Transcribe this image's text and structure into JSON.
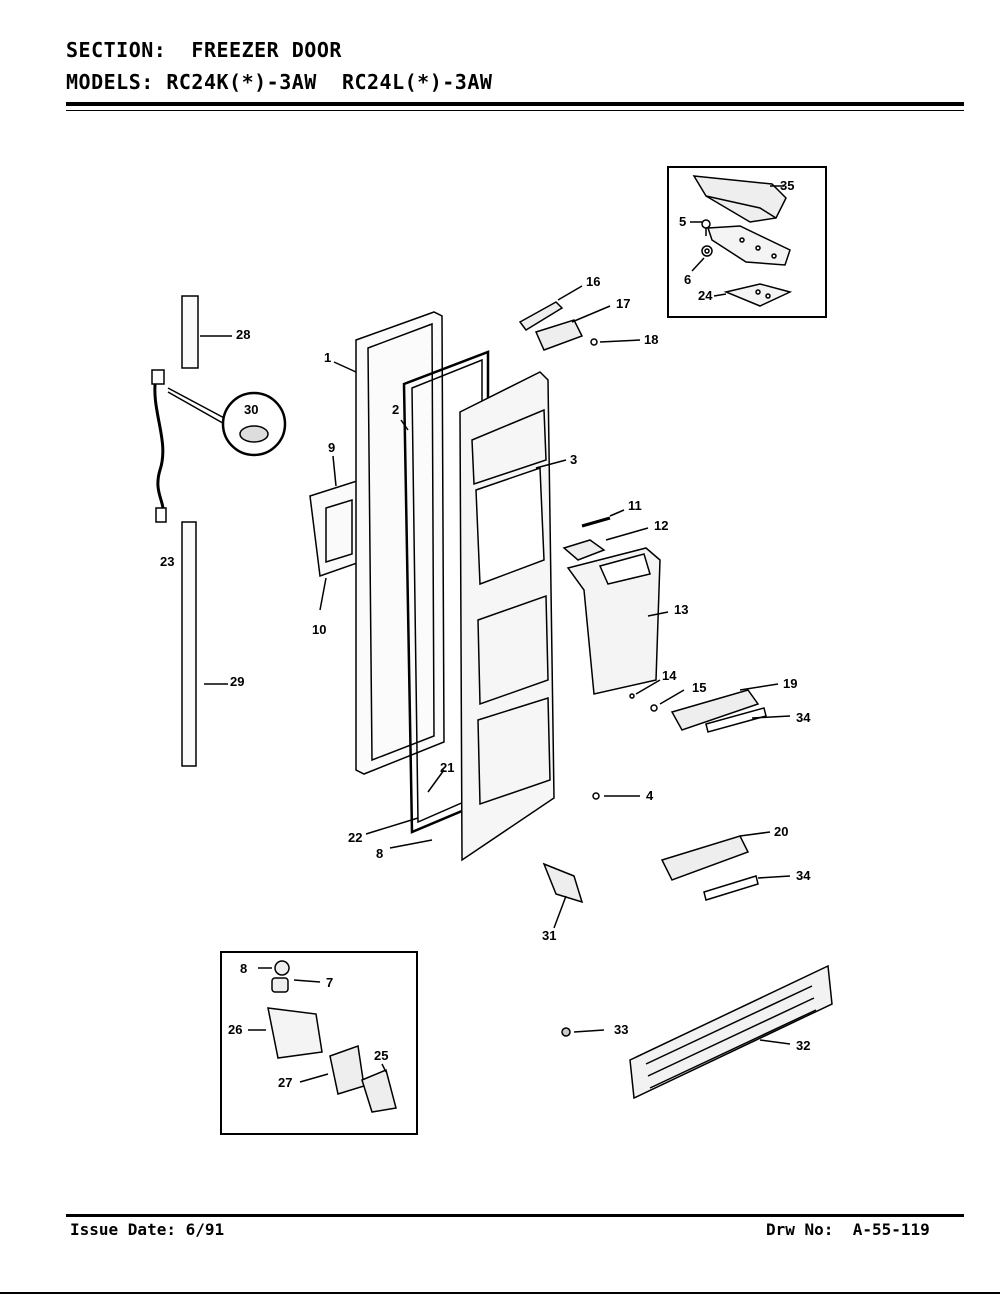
{
  "header": {
    "section_label": "SECTION:",
    "section_value": "FREEZER DOOR",
    "models_label": "MODELS:",
    "model_1": "RC24K(*)-3AW",
    "model_2": "RC24L(*)-3AW"
  },
  "footer": {
    "issue_label": "Issue Date:",
    "issue_value": "6/91",
    "drawing_label": "Drw No:",
    "drawing_value": "A-55-119"
  },
  "callouts": [
    "1",
    "2",
    "3",
    "4",
    "5",
    "6",
    "7",
    "8",
    "8",
    "9",
    "10",
    "11",
    "12",
    "13",
    "14",
    "15",
    "16",
    "17",
    "18",
    "19",
    "20",
    "21",
    "22",
    "23",
    "24",
    "25",
    "26",
    "27",
    "28",
    "29",
    "30",
    "31",
    "32",
    "33",
    "34",
    "34",
    "35"
  ]
}
